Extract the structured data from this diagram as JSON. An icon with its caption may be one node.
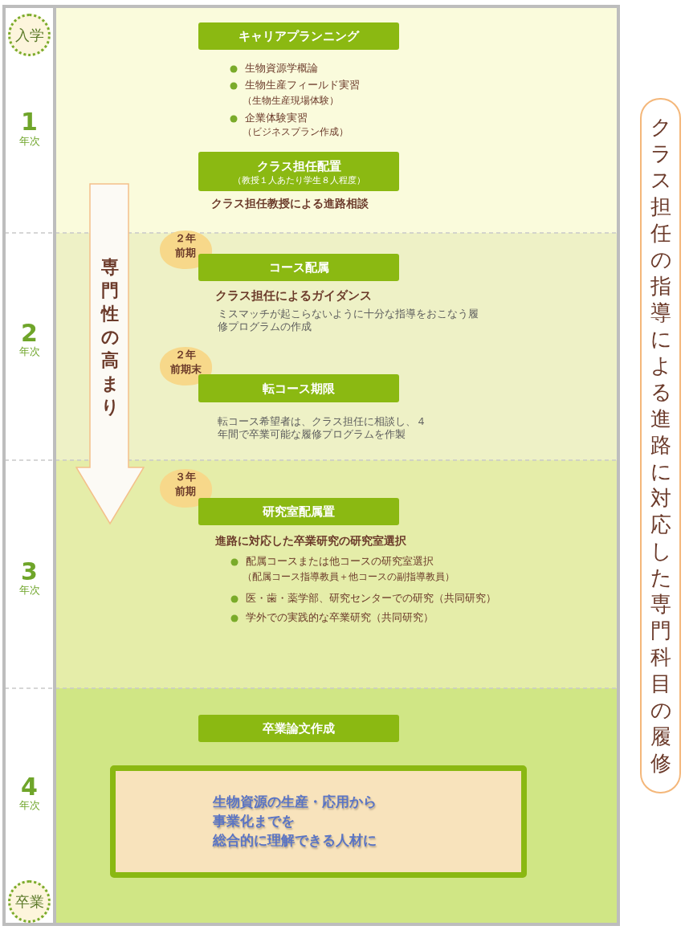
{
  "diagram": {
    "nodes": [
      {
        "text": [
          "入学"
        ]
      },
      {
        "text": [
          "キャリアプランニング"
        ]
      },
      {
        "text": [
          "クラス担任配置",
          "（教授１人あたり学生８人程度）"
        ]
      },
      {
        "text": [
          "専門性の高まり"
        ]
      },
      {
        "text": [
          "２年",
          "前期"
        ]
      },
      {
        "text": [
          "コース配属"
        ]
      },
      {
        "text": [
          "２年",
          "前期末"
        ]
      },
      {
        "text": [
          "転コース期限"
        ]
      },
      {
        "text": [
          "３年",
          "前期"
        ]
      },
      {
        "text": [
          "研究室配属置"
        ]
      },
      {
        "text": [
          "卒業論文作成"
        ]
      },
      {
        "text": [
          "生物資源の生産・応用から",
          "事業化までを",
          "総合的に理解できる人材に"
        ]
      },
      {
        "text": [
          "卒業"
        ]
      },
      {
        "text": [
          "クラス担任の指導による進路に対応した専門科目の履修"
        ]
      }
    ],
    "labels": [
      "1",
      "年次",
      "生物資源学概論",
      "生物生産フィールド実習",
      "（生物生産現場体験）",
      "企業体験実習",
      "（ビジネスプラン作成）",
      "クラス担任教授による進路相談",
      "2",
      "年次",
      "クラス担任によるガイダンス",
      "ミスマッチが起こらないように十分な指導をおこなう履修プログラムの作成",
      "転コース希望者は、クラス担任に相談し、４年間で卒業可能な履修プログラムを作製",
      "3",
      "年次",
      "進路に対応した卒業研究の研究室選択",
      "配属コースまたは他コースの研究室選択",
      "（配属コース指導教員＋他コースの副指導教員）",
      "医・歯・薬学部、研究センターでの研究（共同研究）",
      "学外での実践的な卒業研究（共同研究）",
      "4",
      "年次"
    ]
  }
}
